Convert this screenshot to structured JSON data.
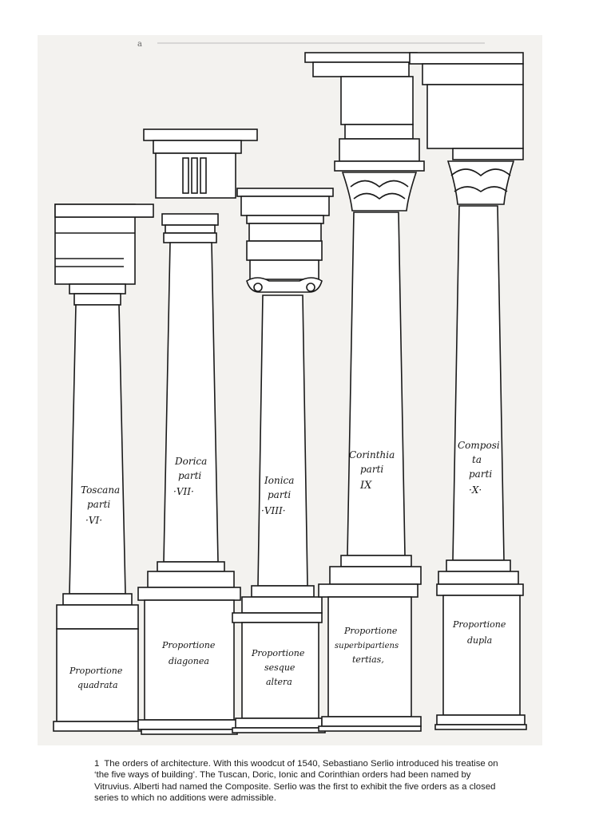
{
  "figure": {
    "header_text": "a",
    "columns": [
      {
        "order_line": "Toscana",
        "parts_line": "parti",
        "number_line": "·VI·",
        "proportion_line1": "Proportione",
        "proportion_line2": "quadrata"
      },
      {
        "order_line": "Dorica",
        "parts_line": "parti",
        "number_line": "·VII·",
        "proportion_line1": "Proportione",
        "proportion_line2": "diagonea"
      },
      {
        "order_line": "Ionica",
        "parts_line": "parti",
        "number_line": "·VIII·",
        "proportion_line1": "Proportione",
        "proportion_line2": "sesque",
        "proportion_line3": "altera"
      },
      {
        "order_line": "Corinthia",
        "parts_line": "parti",
        "number_line": "IX",
        "proportion_line1": "Proportione",
        "proportion_line2": "superbipartiens",
        "proportion_line3": "tertias,"
      },
      {
        "order_line": "Composi",
        "order_line2": "ta",
        "parts_line": "parti",
        "number_line": "·X·",
        "proportion_line1": "Proportione",
        "proportion_line2": "dupla"
      }
    ]
  },
  "caption": {
    "number": "1",
    "text": "The orders of architecture. With this woodcut of 1540, Sebastiano Serlio introduced his treatise on ‘the five ways of building’. The Tuscan, Doric, Ionic and Corinthian orders had been named by Vitruvius. Alberti had named the Composite. Serlio was the first to exhibit the five orders as a closed series to which no additions were admissible."
  }
}
